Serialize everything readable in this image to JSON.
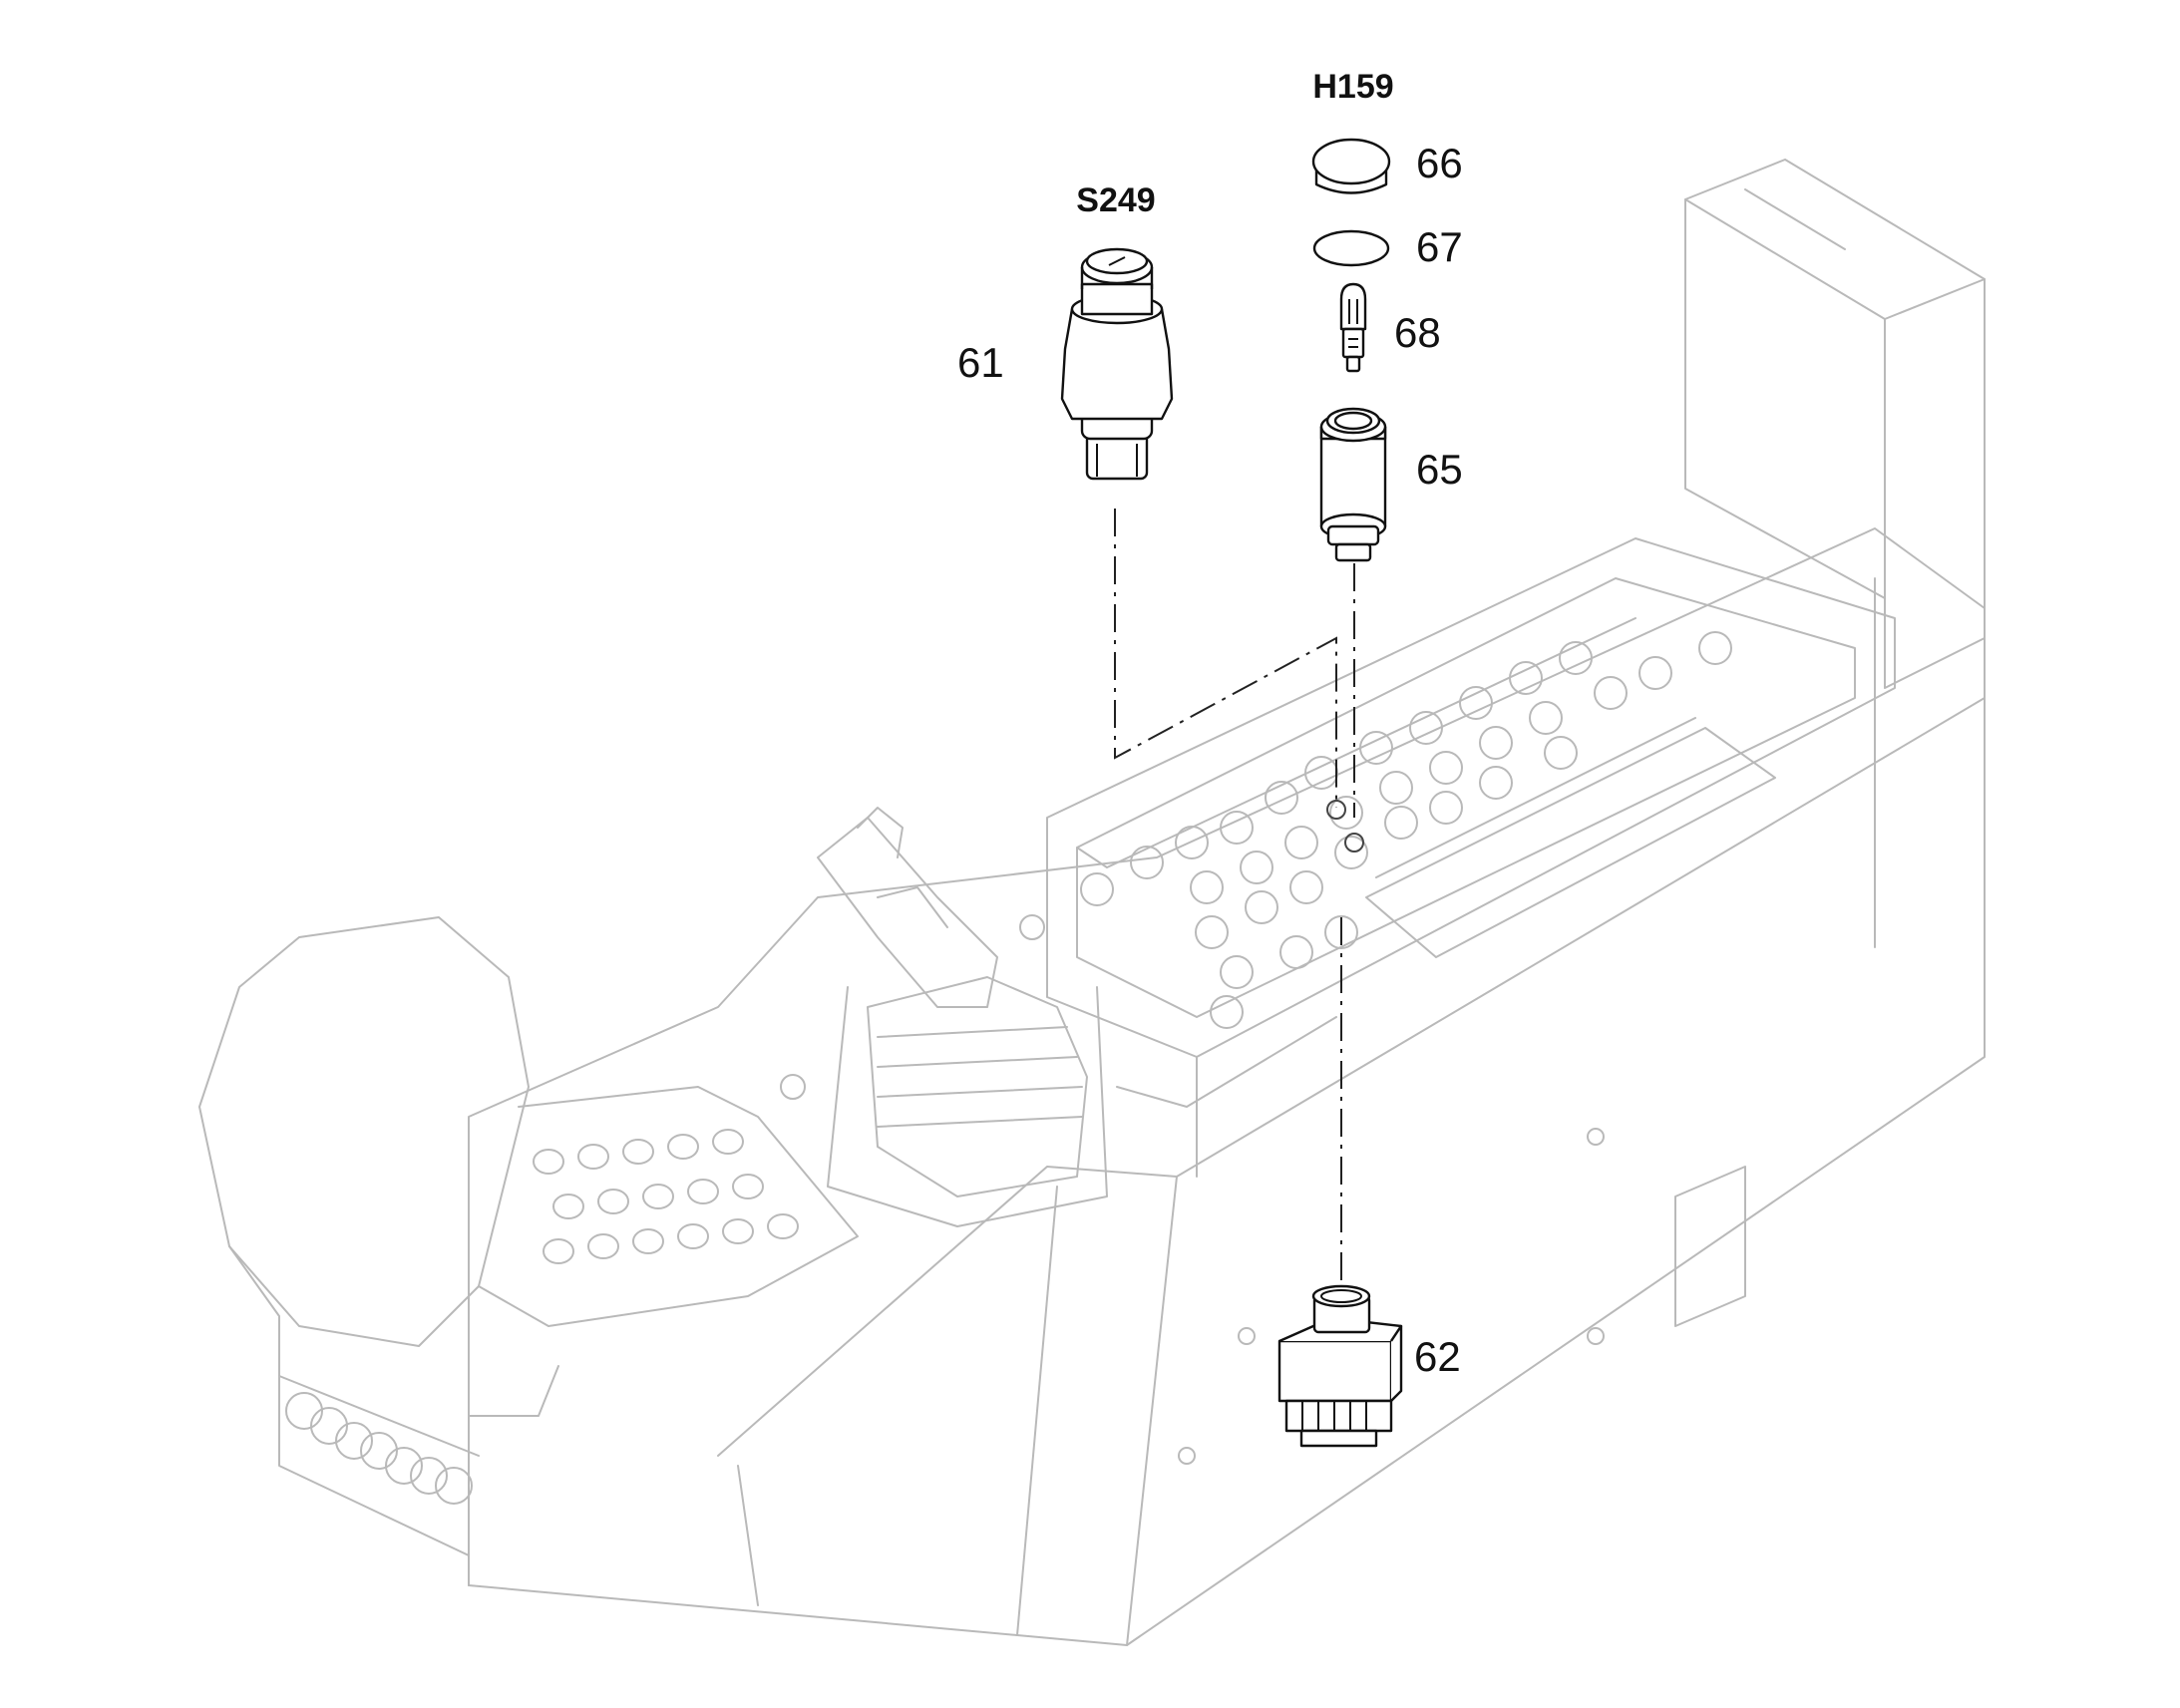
{
  "diagram": {
    "reference_labels": {
      "switch": "S249",
      "indicator_lamp": "H159"
    },
    "callouts": {
      "switch_body": "61",
      "relay_socket": "62",
      "lamp_holder": "65",
      "lamp_cap": "66",
      "sealing_ring": "67",
      "bulb": "68"
    },
    "colors": {
      "part_outline": "#111111",
      "background_outline": "#b9b9b9",
      "background": "#ffffff"
    }
  }
}
